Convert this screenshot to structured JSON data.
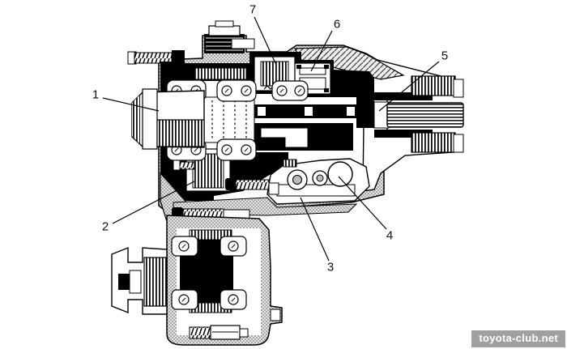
{
  "diagram": {
    "description": "transfer-case-sectional-view",
    "callouts": [
      {
        "label": "1"
      },
      {
        "label": "2"
      },
      {
        "label": "3"
      },
      {
        "label": "4"
      },
      {
        "label": "5"
      },
      {
        "label": "6"
      },
      {
        "label": "7"
      }
    ]
  },
  "watermark": {
    "text": "toyota-club.net",
    "background": "#a0a0a0",
    "text_color": "#ffffff"
  }
}
